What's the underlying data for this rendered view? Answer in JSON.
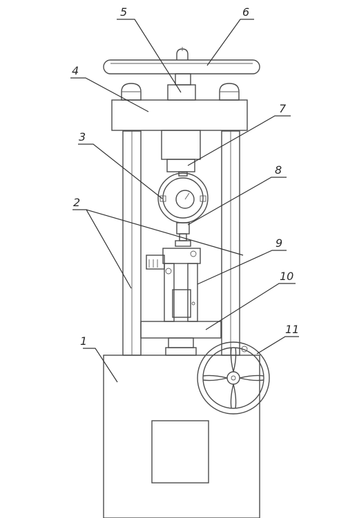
{
  "callouts": [
    {
      "id": "1",
      "text": "1"
    },
    {
      "id": "2",
      "text": "2"
    },
    {
      "id": "3",
      "text": "3"
    },
    {
      "id": "4",
      "text": "4"
    },
    {
      "id": "5",
      "text": "5"
    },
    {
      "id": "6",
      "text": "6"
    },
    {
      "id": "7",
      "text": "7"
    },
    {
      "id": "8",
      "text": "8"
    },
    {
      "id": "9",
      "text": "9"
    },
    {
      "id": "10",
      "text": "10"
    },
    {
      "id": "11",
      "text": "11"
    }
  ],
  "colors": {
    "line": "#4a4a4a",
    "paper": "#ffffff"
  }
}
